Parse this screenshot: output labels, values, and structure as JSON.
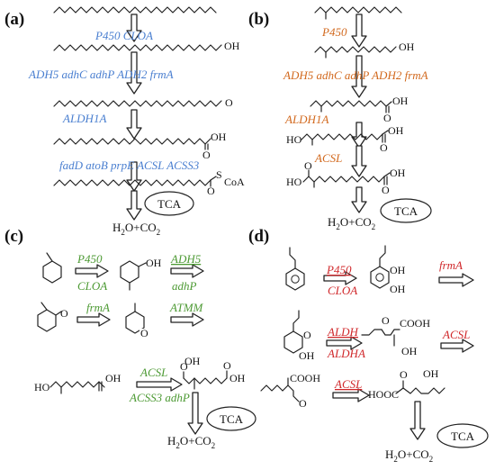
{
  "colors": {
    "blue": "#4a7fd0",
    "orange": "#d2691e",
    "green": "#4d9a34",
    "red": "#d0282b",
    "ink": "#111111"
  },
  "icons": {
    "arrow": "double-line-arrow",
    "tca": "ellipse"
  },
  "panel_a": {
    "label": "(a)",
    "enzymes": [
      "P450  CLOA",
      "ADH5 adhC  adhP ADH2 frmA",
      "ALDH1A",
      "fadD atoB prpE  ACSL ACSS3"
    ],
    "groups": {
      "oh": "OH",
      "o": "O",
      "acid_oh": "OH",
      "coa_s": "S",
      "coa": "CoA"
    },
    "tca": "TCA",
    "products": {
      "h2o": "H",
      "h2o_sub": "2",
      "o_plus_co": "O+CO",
      "co2_sub": "2"
    }
  },
  "panel_b": {
    "label": "(b)",
    "enzymes": [
      "P450",
      "ADH5 adhC  adhP ADH2 frmA",
      "ALDH1A",
      "ACSL"
    ],
    "groups": {
      "oh1": "OH",
      "acid1_o": "O",
      "acid1_oh": "OH",
      "ho2": "HO",
      "acid2_o": "O",
      "acid2_oh": "OH",
      "ho3": "HO",
      "acid3_o": "O",
      "acid3_oh": "OH"
    },
    "tca": "TCA",
    "products": {
      "h2o": "H",
      "h2o_sub": "2",
      "o_plus_co": "O+CO",
      "co2_sub": "2"
    }
  },
  "panel_c": {
    "label": "(c)",
    "enzymes": {
      "e1_top": "P450",
      "e1_bottom": "CLOA",
      "e2_top": "ADH5",
      "e2_bottom": "adhP",
      "e3": "frmA",
      "e4": "ATMM",
      "e5_top": "ACSL",
      "e5_bottom": "ACSS3 adhP"
    },
    "groups": {
      "oh": "OH",
      "ketone_o": "O",
      "ring_o": "O",
      "ho": "HO",
      "ene_oh": "OH",
      "acid_o": "O",
      "acid_oh": "OH",
      "acid2_o": "O"
    },
    "tca": "TCA",
    "products": {
      "h2o": "H",
      "h2o_sub": "2",
      "o_plus_co": "O+CO",
      "co2_sub": "2"
    }
  },
  "panel_d": {
    "label": "(d)",
    "enzymes": {
      "e1_top": "P450",
      "e1_bottom": "CLOA",
      "e2": "frmA",
      "e3_top": "ALDH",
      "e3_bottom": "ALDHA",
      "e4": "ACSL",
      "e5": "ACSL"
    },
    "groups": {
      "oh1": "OH",
      "oh2": "OH",
      "ketone_o": "O",
      "oh3": "OH",
      "ald_o": "O",
      "cooh1": "COOH",
      "oh4": "OH",
      "cooh2": "COOH",
      "ket2_o": "O",
      "hooc": "HOOC",
      "oh5": "OH",
      "ket3_o": "O"
    },
    "tca": "TCA",
    "products": {
      "h2o": "H",
      "h2o_sub": "2",
      "o_plus_co": "O+CO",
      "co2_sub": "2"
    }
  }
}
